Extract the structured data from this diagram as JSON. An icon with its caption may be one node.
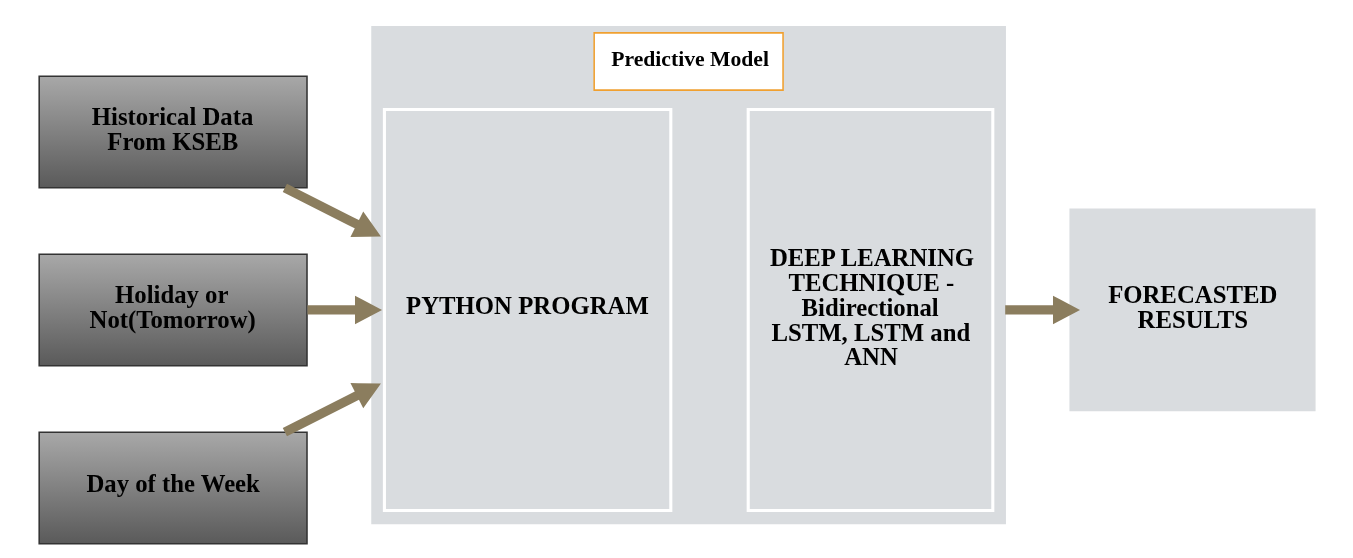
{
  "diagram": {
    "nodes": [
      {
        "text": [
          "Historical Data From KSEB"
        ]
      },
      {
        "text": [
          "Holiday or Not(Tomorrow)"
        ]
      },
      {
        "text": [
          "Day of the Week"
        ]
      },
      {
        "text": [
          "Predictive Model"
        ]
      },
      {
        "text": [
          "PYTHON PROGRAM"
        ],
        "in": 3
      },
      {
        "text": [
          "DEEP LEARNING TECHNIQUE - Bidirectional LSTM, LSTM and ANN"
        ],
        "in": 3
      },
      {
        "text": [
          "FORECASTED RESULTS"
        ]
      }
    ],
    "edges": [
      {
        "from": 0,
        "to": 3,
        "arrow": "to"
      },
      {
        "from": 1,
        "to": 3,
        "arrow": "to"
      },
      {
        "from": 2,
        "to": 3,
        "arrow": "to"
      },
      {
        "from": 3,
        "to": 6,
        "arrow": "to"
      }
    ]
  }
}
